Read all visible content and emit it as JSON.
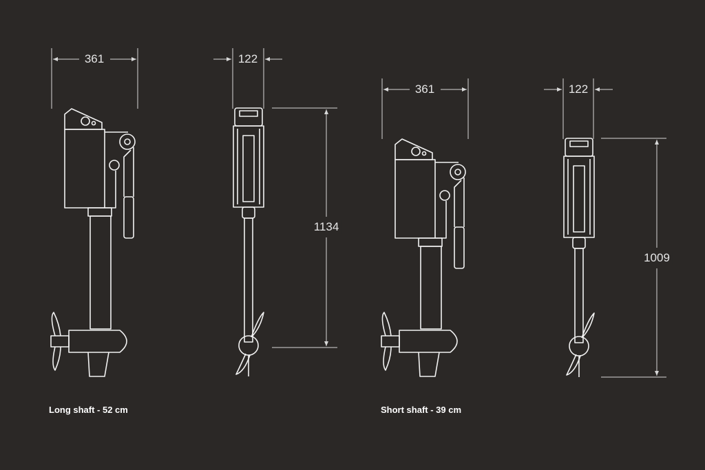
{
  "long_shaft": {
    "caption": "Long shaft - 52 cm",
    "side_width": "361",
    "front_width": "122",
    "height": "1134"
  },
  "short_shaft": {
    "caption": "Short shaft - 39 cm",
    "side_width": "361",
    "front_width": "122",
    "height": "1009"
  }
}
